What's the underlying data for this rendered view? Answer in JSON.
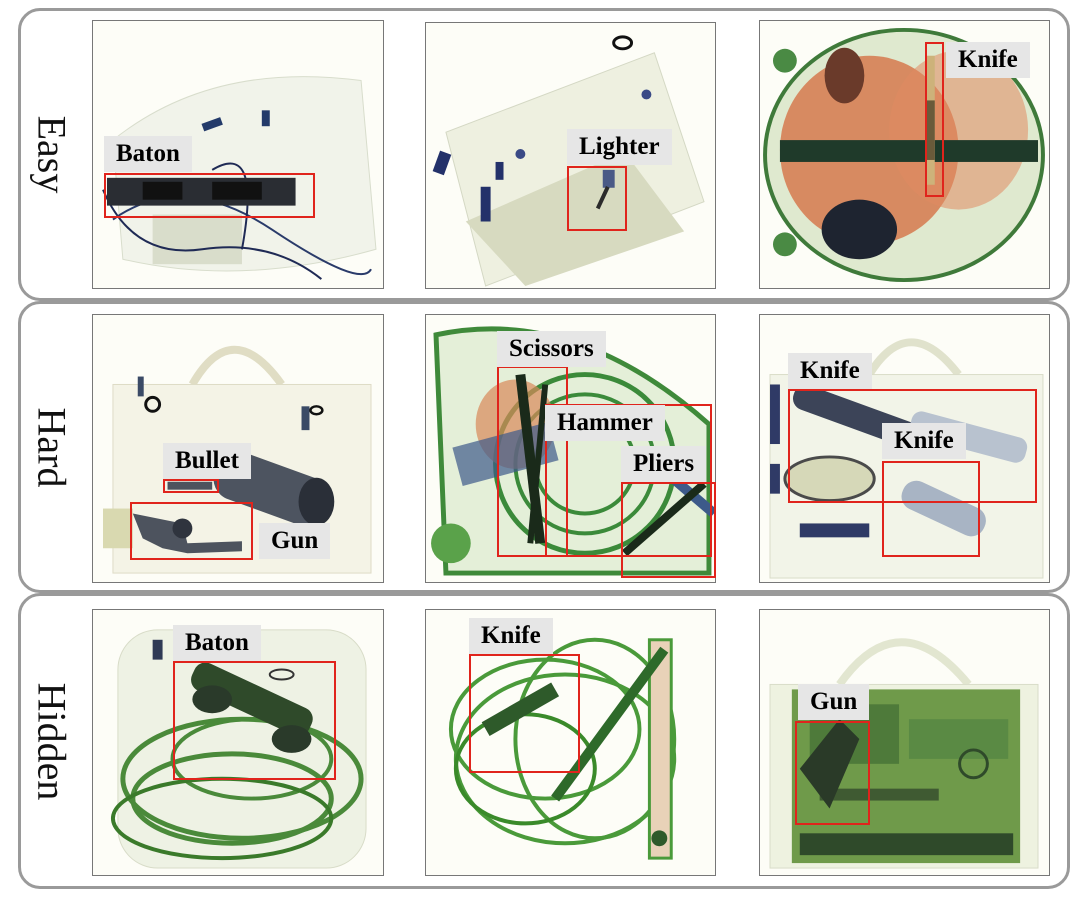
{
  "rows": [
    {
      "label": "Easy"
    },
    {
      "label": "Hard"
    },
    {
      "label": "Hidden"
    }
  ],
  "labels": {
    "baton": "Baton",
    "lighter": "Lighter",
    "knife": "Knife",
    "bullet": "Bullet",
    "gun": "Gun",
    "scissors": "Scissors",
    "hammer": "Hammer",
    "pliers": "Pliers"
  },
  "colors": {
    "box": "#e0241c",
    "frame": "#9a9a9a",
    "tag_bg": "#e6e6e6"
  }
}
